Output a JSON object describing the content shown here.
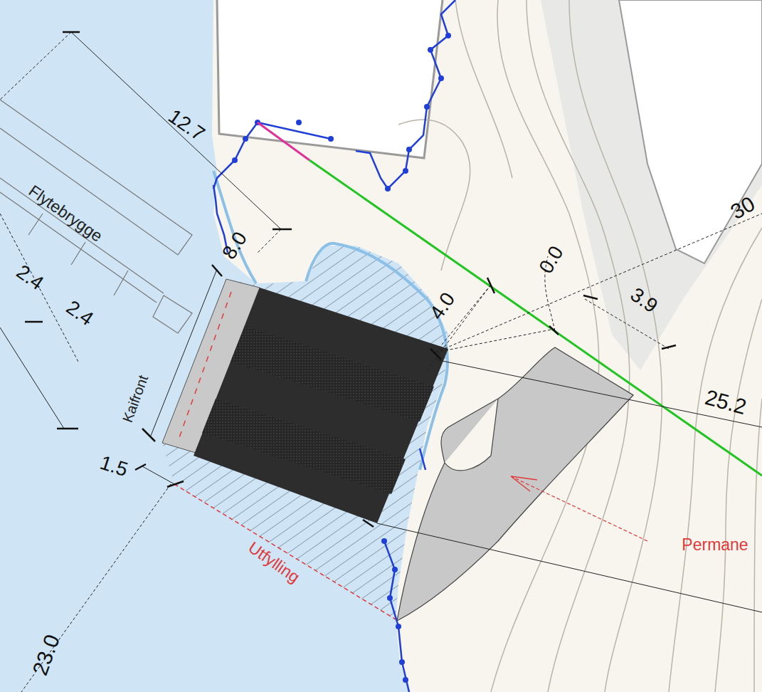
{
  "diagram": {
    "labels": [
      "12.7",
      "Flytebrygge",
      "8.0",
      "2.4",
      "2.4",
      "Kaifront",
      "1.5",
      "Utfylling",
      "23.0",
      "4.0",
      "0.0",
      "3.9",
      "25.2",
      "30",
      "Permane"
    ]
  }
}
